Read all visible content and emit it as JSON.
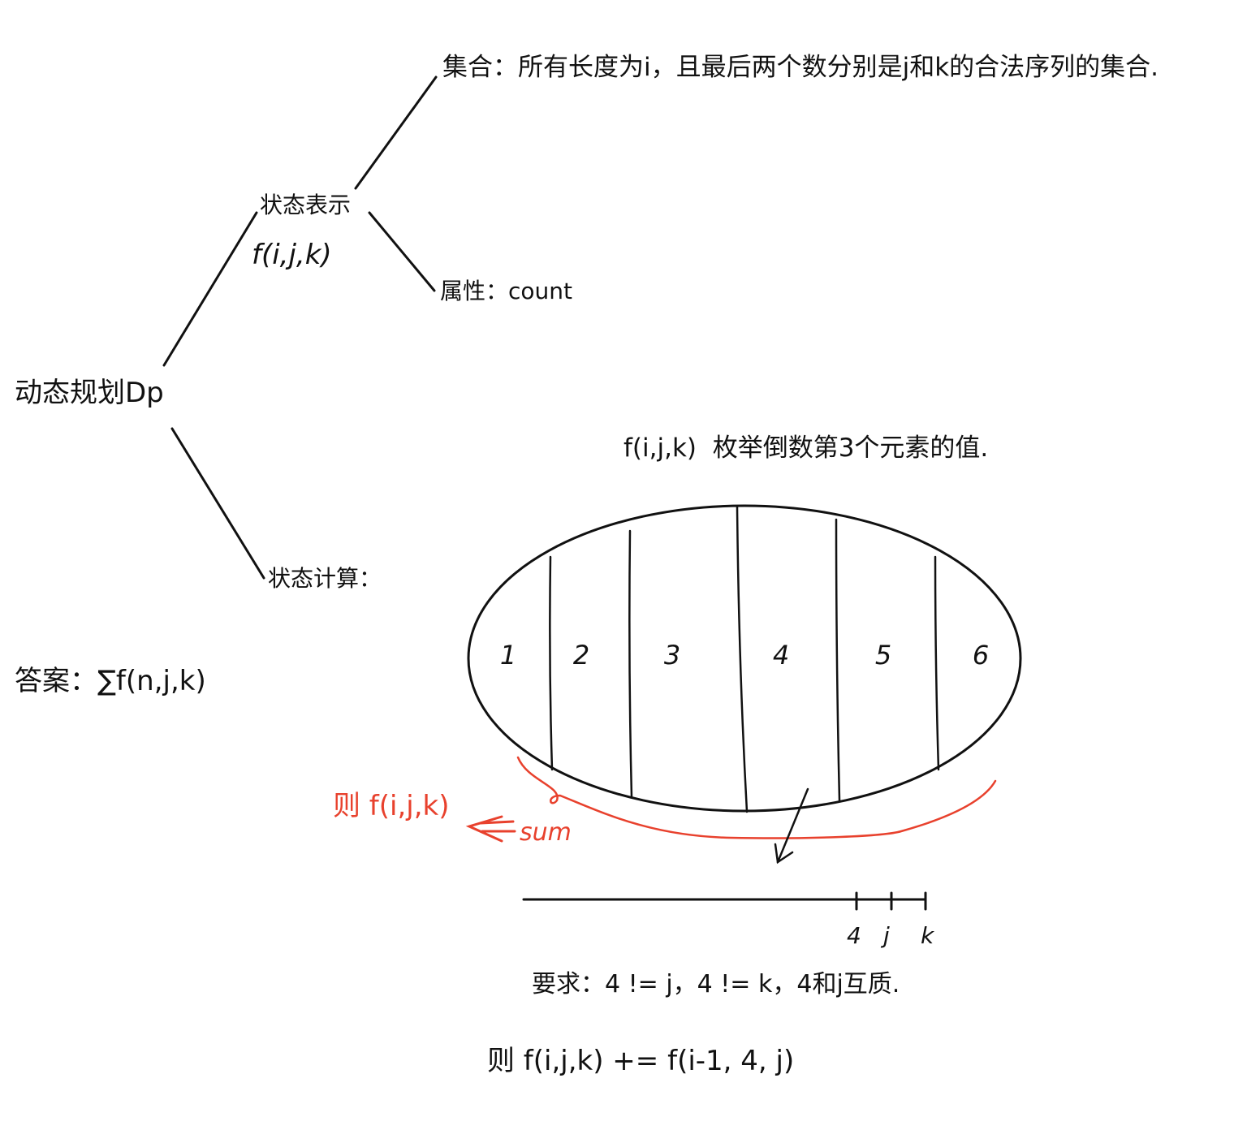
{
  "colors": {
    "ink": "#111111",
    "red": "#e8412d",
    "background": "#ffffff"
  },
  "root": {
    "label": "动态规划Dp"
  },
  "state_representation": {
    "label": "状态表示",
    "formula": "f(i,j,k)",
    "set": "集合：所有长度为i，且最后两个数分别是j和k的合法序列的集合.",
    "attribute": "属性：count"
  },
  "state_computation": {
    "label": "状态计算："
  },
  "answer": {
    "text": "答案：∑f(n,j,k)"
  },
  "enumeration": {
    "heading": "f(i,j,k)  枚举倒数第3个元素的值.",
    "partitions": [
      "1",
      "2",
      "3",
      "4",
      "5",
      "6"
    ],
    "sum_label": "sum",
    "sum_result": "则 f(i,j,k)"
  },
  "sequence": {
    "tick_labels": [
      "4",
      "j",
      "k"
    ],
    "requirement": "要求：4 != j，4 != k，4和j互质.",
    "transition": "则 f(i,j,k) += f(i-1, 4, j)"
  }
}
